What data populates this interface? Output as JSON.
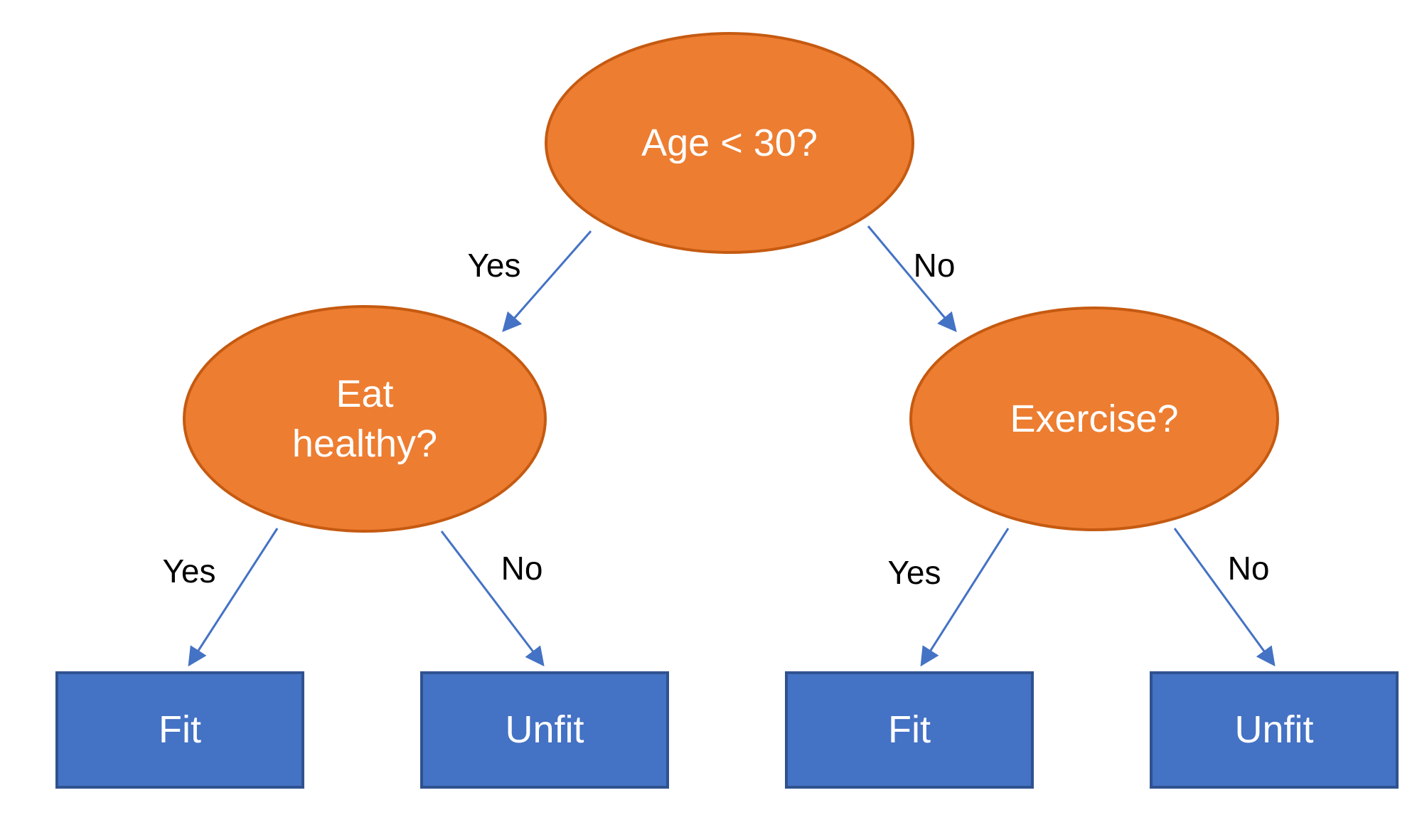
{
  "nodes": {
    "root": {
      "label": "Age < 30?",
      "type": "decision"
    },
    "eat_healthy": {
      "label": "Eat healthy?",
      "type": "decision"
    },
    "exercise": {
      "label": "Exercise?",
      "type": "decision"
    },
    "fit_left": {
      "label": "Fit",
      "type": "outcome"
    },
    "unfit_left": {
      "label": "Unfit",
      "type": "outcome"
    },
    "fit_right": {
      "label": "Fit",
      "type": "outcome"
    },
    "unfit_right": {
      "label": "Unfit",
      "type": "outcome"
    }
  },
  "edges": {
    "root_to_eat_healthy": {
      "label": "Yes"
    },
    "root_to_exercise": {
      "label": "No"
    },
    "eat_healthy_to_fit": {
      "label": "Yes"
    },
    "eat_healthy_to_unfit": {
      "label": "No"
    },
    "exercise_to_fit": {
      "label": "Yes"
    },
    "exercise_to_unfit": {
      "label": "No"
    }
  },
  "colors": {
    "decision_fill": "#ED7D31",
    "decision_stroke": "#C55A11",
    "outcome_fill": "#4472C4",
    "outcome_stroke": "#2F528F",
    "arrow": "#4472C4",
    "node_text": "#FFFFFF",
    "edge_label_text": "#000000",
    "background": "#FFFFFF"
  }
}
